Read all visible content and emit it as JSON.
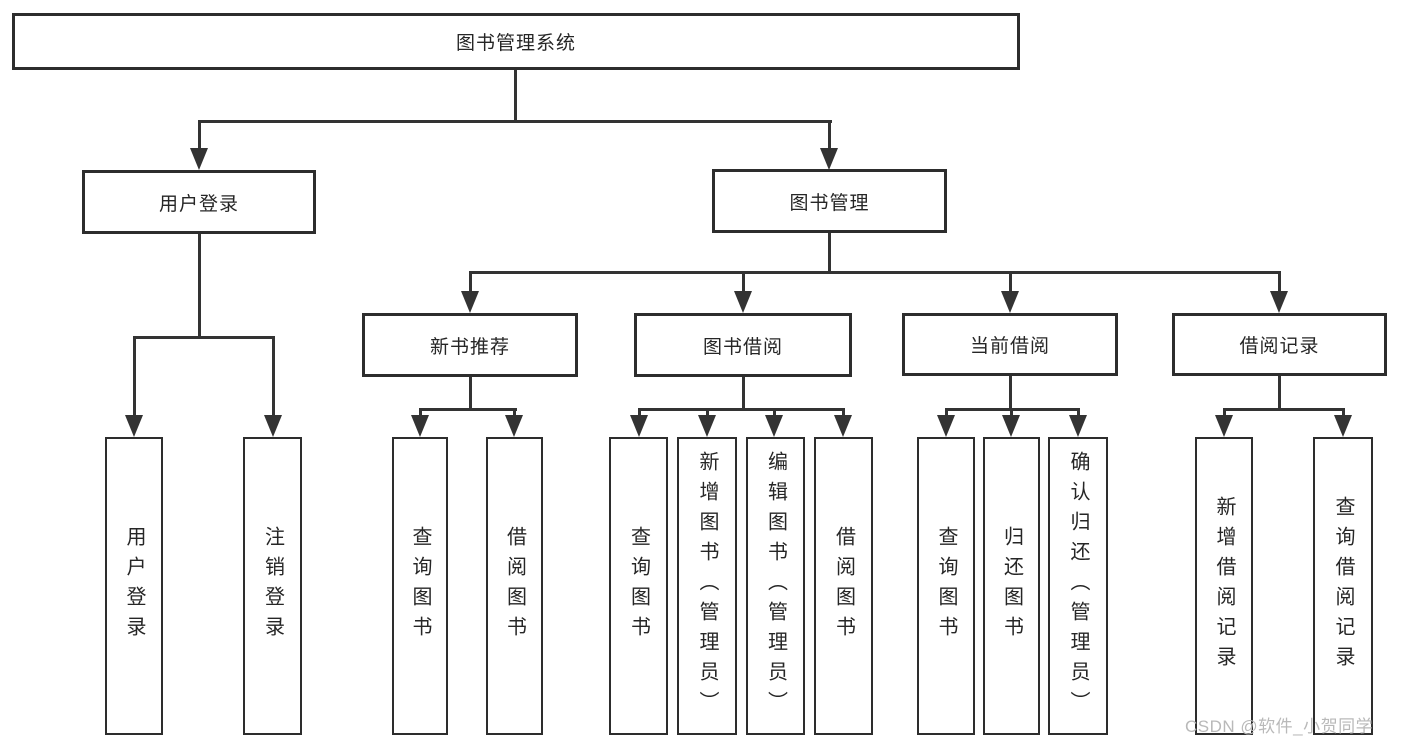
{
  "diagram": {
    "root": "图书管理系统",
    "branches": [
      {
        "label": "用户登录",
        "children": [
          "用户登录",
          "注销登录"
        ]
      },
      {
        "label": "图书管理",
        "children": [
          {
            "label": "新书推荐",
            "children": [
              "查询图书",
              "借阅图书"
            ]
          },
          {
            "label": "图书借阅",
            "children": [
              "查询图书",
              "新增图书（管理员）",
              "编辑图书（管理员）",
              "借阅图书"
            ]
          },
          {
            "label": "当前借阅",
            "children": [
              "查询图书",
              "归还图书",
              "确认归还（管理员）"
            ]
          },
          {
            "label": "借阅记录",
            "children": [
              "新增借阅记录",
              "查询借阅记录"
            ]
          }
        ]
      }
    ]
  },
  "watermark": {
    "text": "CSDN @软件_小贺同学"
  },
  "colors": {
    "line": "#333333",
    "box_border": "#2d2d2d",
    "text": "#262626",
    "watermark": "#b9b9b9",
    "background": "#ffffff"
  }
}
